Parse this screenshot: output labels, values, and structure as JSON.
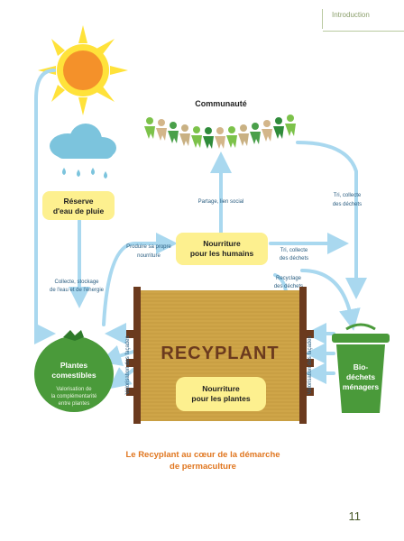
{
  "header": {
    "section": "Introduction"
  },
  "page_number": "11",
  "diagram": {
    "community_label": "Communauté",
    "rainwater_label_1": "Réserve",
    "rainwater_label_2": "d'eau de pluie",
    "human_food_1": "Nourriture",
    "human_food_2": "pour les humains",
    "plant_food_1": "Nourriture",
    "plant_food_2": "pour les plantes",
    "recyplant": "RECYPLANT",
    "plants_1": "Plantes",
    "plants_2": "comestibles",
    "plants_sub_1": "Valorisation de",
    "plants_sub_2": "la complémentarité",
    "plants_sub_3": "entre plantes",
    "biowaste_1": "Bio-",
    "biowaste_2": "déchets",
    "biowaste_3": "ménagers",
    "share_1": "Partage, lien social",
    "sort_top_1": "Tri, collecte",
    "sort_top_2": "des déchets",
    "produce_1": "Produire sa propre",
    "produce_2": "nourriture",
    "sort_mid_1": "Tri, collecte",
    "sort_mid_2": "des déchets",
    "collect_1": "Collecte, stockage",
    "collect_2": "de l'eau et de l'énergie",
    "recycle_1": "Recyclage",
    "recycle_2": "des déchets",
    "facade_left": "Valorisation des façades",
    "facade_right": "Valorisation des façades"
  },
  "caption": {
    "line1": "Le Recyplant au cœur de la démarche",
    "line2": "de permaculture"
  },
  "colors": {
    "arrow": "#a9d8ef",
    "box_fill": "#fdf08f",
    "green": "#4a9a3a",
    "wood": "#cfa548",
    "caption": "#e0761f"
  }
}
